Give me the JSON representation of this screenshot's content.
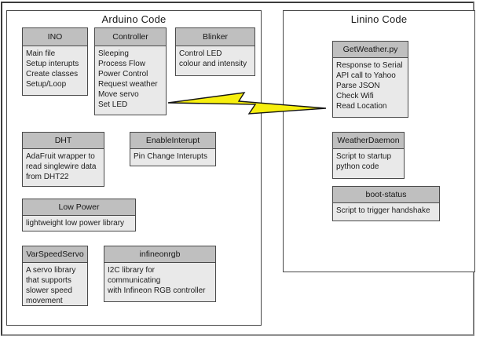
{
  "figure": {
    "arduino": {
      "title": "Arduino Code",
      "modules": [
        {
          "name": "INO",
          "desc": "Main file\nSetup interupts\nCreate classes\nSetup/Loop"
        },
        {
          "name": "Controller",
          "desc": "Sleeping\nProcess Flow\nPower Control\nRequest weather\nMove servo\nSet LED"
        },
        {
          "name": "Blinker",
          "desc": "Control LED\ncolour and intensity"
        },
        {
          "name": "DHT",
          "desc": "AdaFruit wrapper to\nread singlewire data\nfrom DHT22"
        },
        {
          "name": "EnableInterupt",
          "desc": "Pin Change Interupts"
        },
        {
          "name": "Low Power",
          "desc": "lightweight low power library"
        },
        {
          "name": "VarSpeedServo",
          "desc": "A servo library\nthat supports\nslower speed\nmovement"
        },
        {
          "name": "infineonrgb",
          "desc": "I2C library for\ncommunicating\nwith Infineon RGB controller"
        }
      ]
    },
    "linino": {
      "title": "Linino Code",
      "modules": [
        {
          "name": "GetWeather.py",
          "desc": "Response to Serial\nAPI call to Yahoo\nParse JSON\nCheck Wifi\nRead Location"
        },
        {
          "name": "WeatherDaemon",
          "desc": "Script to startup\npython code"
        },
        {
          "name": "boot-status",
          "desc": "Script to trigger handshake"
        }
      ]
    },
    "connector": {
      "type": "lightning-bolt",
      "fill_color": "#f7ef0e",
      "stroke_color": "#151515"
    },
    "colors": {
      "module_header_bg": "#bfbfbf",
      "module_body_bg": "#e9e9e9",
      "module_border": "#4a4a4a",
      "group_border": "#474747",
      "text": "#1a1a1a"
    }
  }
}
